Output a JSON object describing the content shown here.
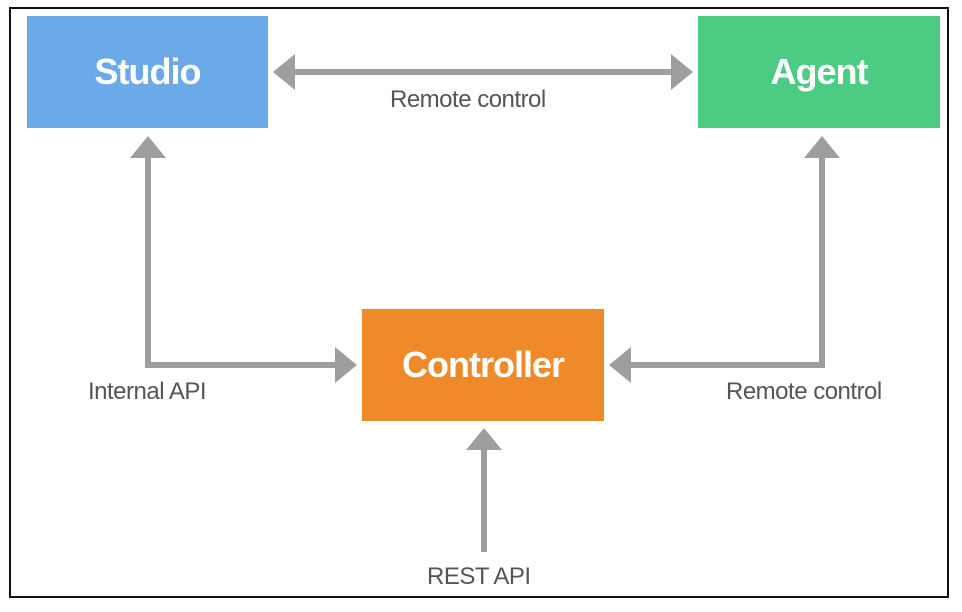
{
  "nodes": {
    "studio": {
      "label": "Studio",
      "color": "#6aaae9"
    },
    "agent": {
      "label": "Agent",
      "color": "#4ccc83"
    },
    "controller": {
      "label": "Controller",
      "color": "#ef8a2a"
    }
  },
  "edges": {
    "studio_agent": {
      "label": "Remote control"
    },
    "controller_studio": {
      "label": "Internal API"
    },
    "controller_agent": {
      "label": "Remote control"
    },
    "rest": {
      "label": "REST API"
    }
  },
  "colors": {
    "arrow": "#9e9e9e",
    "edge_text": "#555555",
    "frame_border": "#111111"
  }
}
